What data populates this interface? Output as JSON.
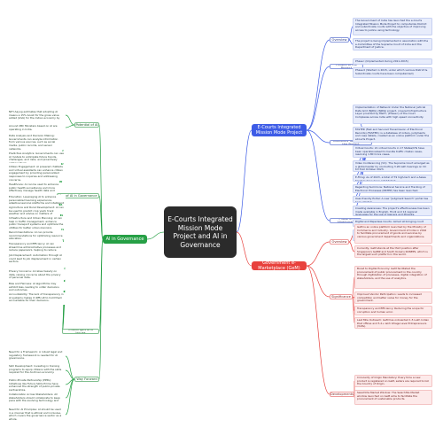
{
  "center": "E-Courts Integrated Mission Mode Project and AI in Governance",
  "colors": {
    "blue": "#3d5ce6",
    "green": "#27a046",
    "red": "#e8413d"
  },
  "branches": {
    "ecourts": {
      "label": "E-Courts Integrated Mission Mode Project",
      "subs": {
        "overview": "Overview",
        "phases": "Phases of the Project",
        "initiatives": "Initiatives Taken under the Project",
        "highlights": "Phase III Highlights"
      },
      "leaves": [
        "The Government of India has launched the e-Courts Integrated Mission Mode Project to computerize District and subordinate courts with the objective of improving access to justice using technology.",
        "The project is being implemented in association with the e-Committee of the Supreme Court of India and the Department of Justice.",
        "Phase I (Implemented during 2011-2015)",
        "Phase II (Started in 2015, under which various District & Subordinate courts have been computerized)",
        "Implementation of Network Under the National Judicial Data Grid (NJDG) (NJDG) project, covered Infrastructure Layer provided by MeitY, (Phase I) of the Court Complexes across India with high speed connectivity.",
        "FASTER (Fast and Secured Transmission of Electronic Records) (FASTER): is a database of orders, judgments and case details, created as an online platform under the eCourts Project.",
        "Virtual Courts: 21 virtual Courts in 17 States/UTs have been operationalised to handle traffic challan cases, resolving 1.80 Crore cases.",
        "Video Conferencing (VC): The Supreme Court emerged as a global leader by conducting 3.26 lakh hearings on VC till 31st October 2023.",
        "E-Filing: As of 2023, a total of 79 high-tech and e-Sewa Kendras have been established.",
        "Regarding Summons: National Service and Tracking of Electronic Processes (NSTEP) has been launched.",
        "User-friendly Portal: A new \"Judgment Search\" portal has been started.",
        "Creating Awareness: The project's effectiveness has been made available in English, Hindi and 14 regional languages for the use of lawyers and litigants.",
        "Digital and Paperless Courts: Aimed at bringing court proceedings under a digital format.",
        "Emerging Technologies: Use of Artificial Intelligence (AI) and its subsets like Optical Character Recognition (OCR) for analysis of case pendency, forecasting future litigation, etc."
      ]
    },
    "gem": {
      "label": "Government e-Marketplace (GeM)",
      "subs": {
        "overview": "Overview",
        "significance": "Significance",
        "developments": "Developments"
      },
      "leaves": [
        "GeM is an online platform launched by the Ministry of Commerce and Industry, Government of India in 2016 to facilitate procurement of goods and services by various government departments and organizations.",
        "Currently, GeM stands at the third position after Singapore's GeBIZ and South Korea's KONEPS, which is the largest such platform in the world.",
        "Boost to Digital Economy: GeM facilitated the procurement of public procurement in the country through digitization of processes, digital integration of stakeholders, and the use of analytics.",
        "Improved Vendor Participation: Leads to increased competition and better value for money for the government.",
        "Transparency and Efficiency: Reducing the scope for corruption and human error.",
        "Last Mile Outreach: GeM has onboarded 1.5 Lakh Indian Post offices and 5.2+ lakh Village Level Entrepreneurs (VLEs).",
        "Circularity of Origin Mandatory: Every time a new product is registered on GeM, sellers are required to list the Country of Origin.",
        "Swachhta Market Window: The Swachhta Market window launched on GeM aims to facilitate the procurement of sustainable products."
      ]
    },
    "ai": {
      "label": "AI in Governance",
      "subs": {
        "intro": "Potential of AI",
        "use": "Use of AI in Governance",
        "challenges": "Challenges and Issues",
        "way": "Way Forward"
      },
      "leaves": [
        "NITI Aayog estimates that adopting AI means a 15% boost for the gross value added (GVA) for the Indian economy by 2035.",
        "Around 2BC Ministers based on AI are operating in India.",
        "Data Analysis and Decision Making: Governments can analyze information from various sources, such as social media, public records, and sensor networks.",
        "Predictive Analytics: Governments can use AI models to anticipate future trends, challenges, and risks, and proactively address them.",
        "Citizen Engagement: AI powered chatbots and virtual assistants can enhance citizen engagement by providing personalized responses to inquiries and addressing concerns.",
        "Healthcare: AI can be used to enhance public health surveillance and more effectively manage health data and health-related issues.",
        "Education: Leveraging AI to enhance personalized learning experience, adaptive learning platforms and intelligent tutoring systems.",
        "Agriculture and Rural Development: AI can be used to predict crop yield, track weather and advise on matters of farming.",
        "Infrastructure and Urban Planning: AI can help in traffic management, enhance public transport systems and optimize the utilities for better urban planning.",
        "Recommendations: AI can provide recommendations for optimizing resource allocation.",
        "Transparency and Efficiency: AI can streamline administrative processes and reduce paperwork, helping to reduce corruption.",
        "Job Displacement: Automation through AI could lead to job displacement in certain sectors.",
        "Privacy Concerns: AI relies heavily on data, raising concerns about the privacy of personal data.",
        "Bias and Fairness: AI algorithms may exhibit bias, leading to unfair decisions and outcomes.",
        "Accountability: The lack of transparency in AI systems makes it difficult to hold them accountable for their decisions.",
        "Need for a Framework: A robust legal and regulatory framework is needed for AI governance.",
        "Skill Development: Investing in training programs to equip citizens with the skills required for the AI-driven economy.",
        "Public-Private Partnership (PPPs): Initiatives like Future Skills Prime have enhanced the strength of public-private partnerships.",
        "Collaboration Across Stakeholders: All stakeholders should collaborate to keep pace with the evolving technology and landscape.",
        "Need for AI Principles: AI should be used in a manner that is ethical and inclusive, which covers the governance sector as a whole."
      ]
    }
  }
}
